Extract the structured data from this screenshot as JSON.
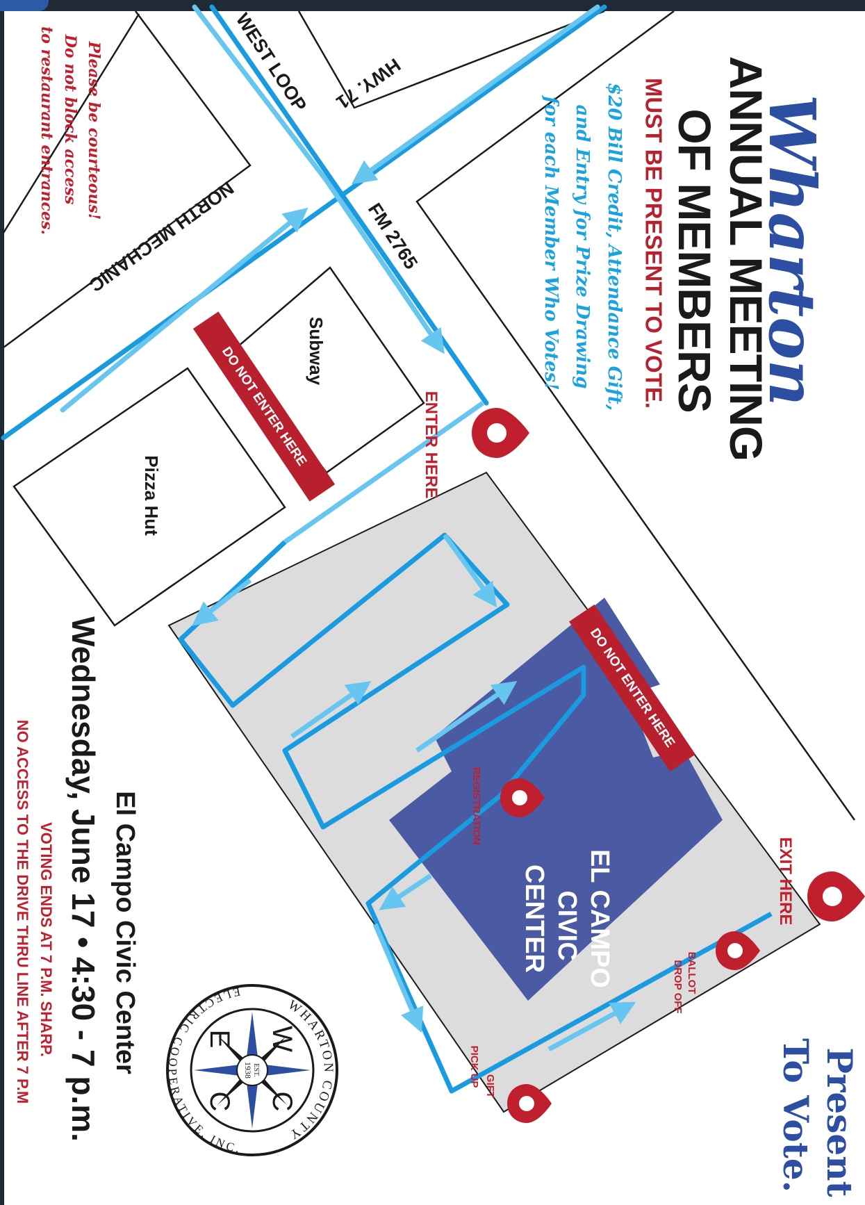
{
  "header": {
    "script_title": "Wharton",
    "title_line1": "ANNUAL MEETING",
    "title_line2": "OF MEMBERS",
    "must_be_present": "MUST BE PRESENT TO VOTE.",
    "promo_line1": "$20 Bill Credit, Attendance Gift,",
    "promo_line2": "and Entry for Prize Drawing",
    "promo_line3": "for each Member Who Votes!"
  },
  "side_tagline": {
    "line1": "Present",
    "line2": "To Vote."
  },
  "courtesy_note": {
    "line1": "Please be courteous!",
    "line2": "Do not block access",
    "line3": "to restaurant entrances."
  },
  "streets": {
    "west_loop": "WEST LOOP",
    "hwy71": "HWY. 71",
    "north_mechanic": "NORTH MECHANIC",
    "fm2765": "FM 2765"
  },
  "businesses": {
    "subway": "Subway",
    "pizza_hut": "Pizza Hut"
  },
  "map_labels": {
    "do_not_enter_1": "DO NOT ENTER HERE",
    "do_not_enter_2": "DO NOT ENTER HERE",
    "enter_here": "ENTER HERE",
    "exit_here": "EXIT HERE",
    "registration": "REGISTRATION",
    "ballot_drop_line1": "BALLOT",
    "ballot_drop_line2": "DROP OFF",
    "gift_pickup_line1": "GIFT",
    "gift_pickup_line2": "PICK UP",
    "civic_line1": "EL CAMPO",
    "civic_line2": "CIVIC",
    "civic_line3": "CENTER"
  },
  "event": {
    "venue": "El Campo Civic Center",
    "datetime": "Wednesday, June 17 • 4:30 - 7 p.m.",
    "voting_ends": "VOTING ENDS AT 7 P.M. SHARP.",
    "no_access": "NO ACCESS TO THE DRIVE THRU LINE AFTER 7 P.M"
  },
  "logo": {
    "ring_top": "WHARTON COUNTY",
    "ring_bottom": "ELECTRIC COOPERATIVE, INC.",
    "letters": [
      "W",
      "C",
      "E",
      "C"
    ],
    "est": "EST.",
    "year": "1938"
  },
  "colors": {
    "route_light": "#66c6f0",
    "route_dark": "#1a9be0",
    "lot_gray": "#dcdcdc",
    "building_blue": "#4a5aa3",
    "banner_red": "#b8202e",
    "pin_red": "#c0202e",
    "title_blue": "#2d4fa2"
  }
}
